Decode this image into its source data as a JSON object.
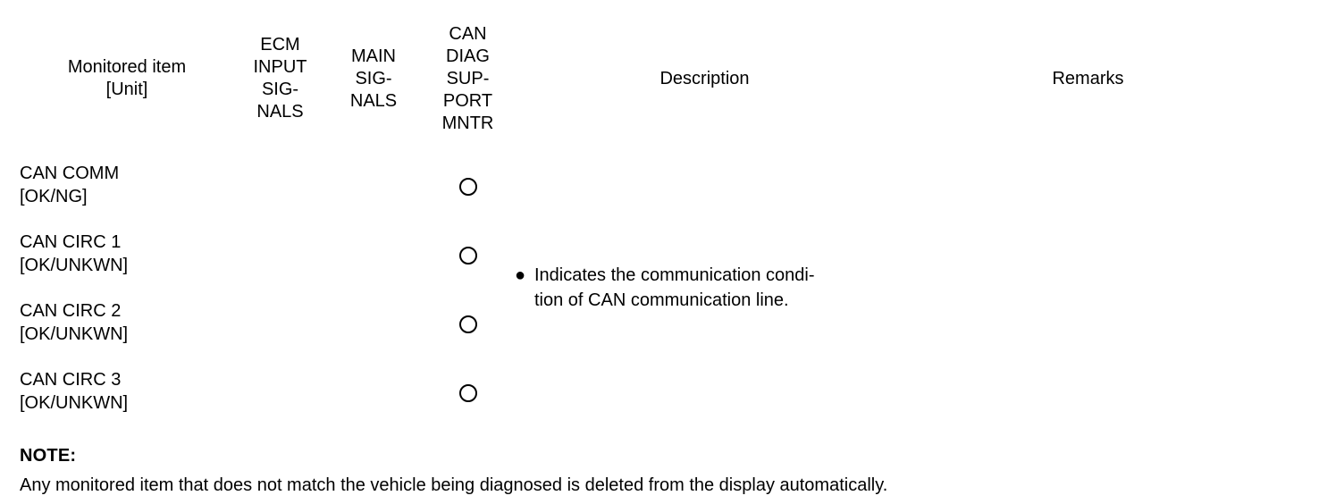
{
  "table": {
    "columns": [
      {
        "key": "item",
        "header": "Monitored item\n[Unit]"
      },
      {
        "key": "ecm",
        "header": "ECM\nINPUT\nSIG-\nNALS"
      },
      {
        "key": "main",
        "header": "MAIN\nSIG-\nNALS"
      },
      {
        "key": "candiag",
        "header": "CAN\nDIAG\nSUP-\nPORT\nMNTR"
      },
      {
        "key": "desc",
        "header": "Description"
      },
      {
        "key": "remarks",
        "header": "Remarks"
      }
    ],
    "rows": [
      {
        "item": "CAN COMM\n[OK/NG]",
        "ecm": "",
        "main": "",
        "candiag": "circle-mark-icon",
        "remarks": ""
      },
      {
        "item": "CAN CIRC 1\n[OK/UNKWN]",
        "ecm": "",
        "main": "",
        "candiag": "circle-mark-icon",
        "remarks": ""
      },
      {
        "item": "CAN CIRC 2\n[OK/UNKWN]",
        "ecm": "",
        "main": "",
        "candiag": "circle-mark-icon",
        "remarks": ""
      },
      {
        "item": "CAN CIRC 3\n[OK/UNKWN]",
        "ecm": "",
        "main": "",
        "candiag": "circle-mark-icon",
        "remarks": ""
      }
    ],
    "description_merged": {
      "bullet": "●",
      "text": "Indicates the communication condi-\ntion of CAN communication line."
    }
  },
  "note": {
    "title": "NOTE:",
    "body": "Any monitored item that does not match the vehicle being diagnosed is deleted from the display automatically."
  },
  "colors": {
    "text": "#000000",
    "rule": "#000000",
    "background": "#ffffff"
  }
}
